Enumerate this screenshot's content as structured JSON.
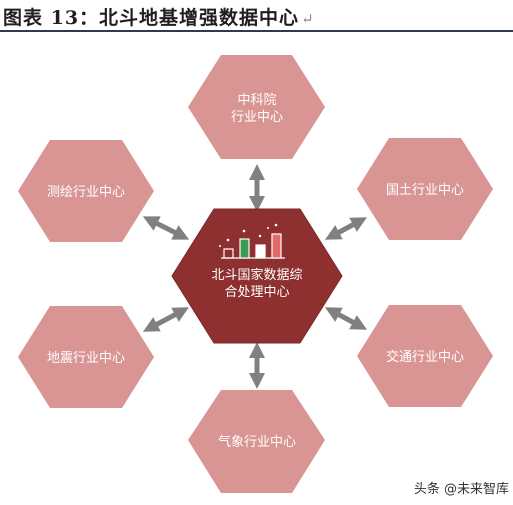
{
  "figure": {
    "title": "图表 13：北斗地基增强数据中心",
    "return_glyph": "↵"
  },
  "center": {
    "label_line1": "北斗国家数据综",
    "label_line2": "合处理中心",
    "fill": "#8e3030"
  },
  "nodes": {
    "top": {
      "line1": "中科院",
      "line2": "行业中心"
    },
    "upper_right": {
      "label": "国土行业中心"
    },
    "lower_right": {
      "label": "交通行业中心"
    },
    "bottom": {
      "label": "气象行业中心"
    },
    "lower_left": {
      "label": "地震行业中心"
    },
    "upper_left": {
      "label": "测绘行业中心"
    }
  },
  "colors": {
    "node_fill": "#d99594",
    "node_text": "#ffffff",
    "arrow": "#808080",
    "title_rule": "#2f3a4f"
  },
  "icons": [
    "bar-chart-icon",
    "double-arrow-icon"
  ],
  "watermark": {
    "text": "头条 @未来智库"
  }
}
